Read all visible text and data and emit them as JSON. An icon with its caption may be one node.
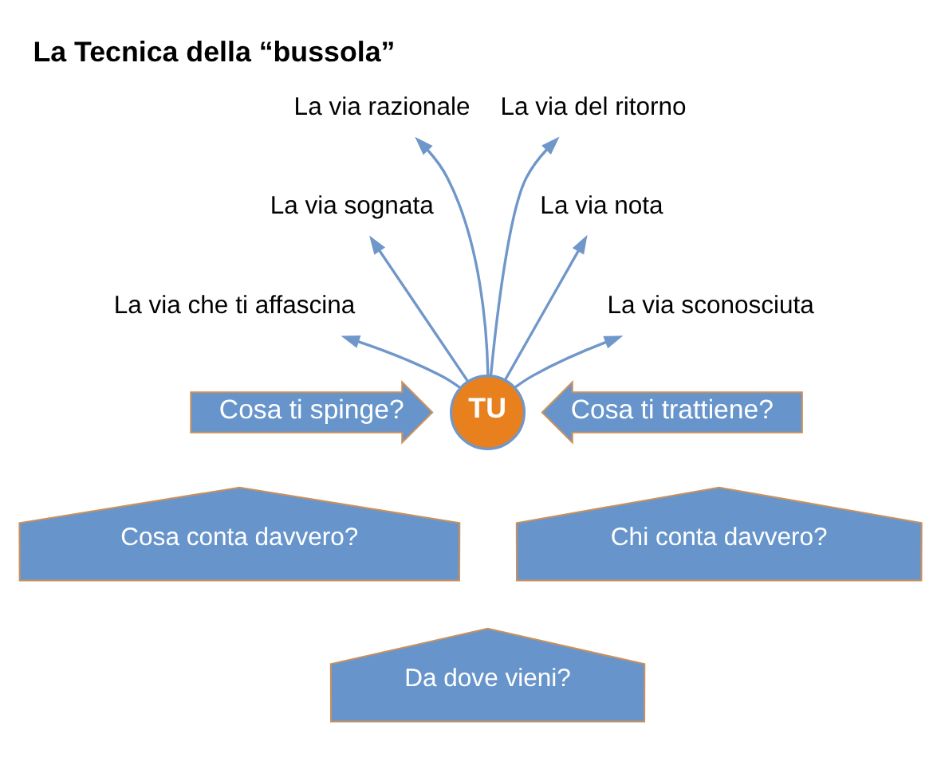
{
  "diagram": {
    "title": "La Tecnica della “bussola”",
    "nodes": [
      {
        "text": [
          "La via che ti affascina"
        ]
      },
      {
        "text": [
          "La via sognata"
        ]
      },
      {
        "text": [
          "La via razionale"
        ]
      },
      {
        "text": [
          "La via del ritorno"
        ]
      },
      {
        "text": [
          "La via nota"
        ]
      },
      {
        "text": [
          "La via sconosciuta"
        ]
      },
      {
        "text": [
          "Cosa ti spinge?"
        ]
      },
      {
        "text": [
          "TU"
        ]
      },
      {
        "text": [
          "Cosa ti trattiene?"
        ]
      },
      {
        "text": [
          "Cosa conta davvero?"
        ]
      },
      {
        "text": [
          "Da dove vieni?"
        ]
      },
      {
        "text": [
          "Chi conta davvero?"
        ]
      }
    ],
    "edges": [
      {
        "from": 7,
        "to": 0,
        "arrow": "to"
      },
      {
        "from": 7,
        "to": 1,
        "arrow": "to"
      },
      {
        "from": 7,
        "to": 2,
        "arrow": "to"
      },
      {
        "from": 7,
        "to": 3,
        "arrow": "to"
      },
      {
        "from": 7,
        "to": 4,
        "arrow": "to"
      },
      {
        "from": 7,
        "to": 5,
        "arrow": "to"
      }
    ]
  }
}
